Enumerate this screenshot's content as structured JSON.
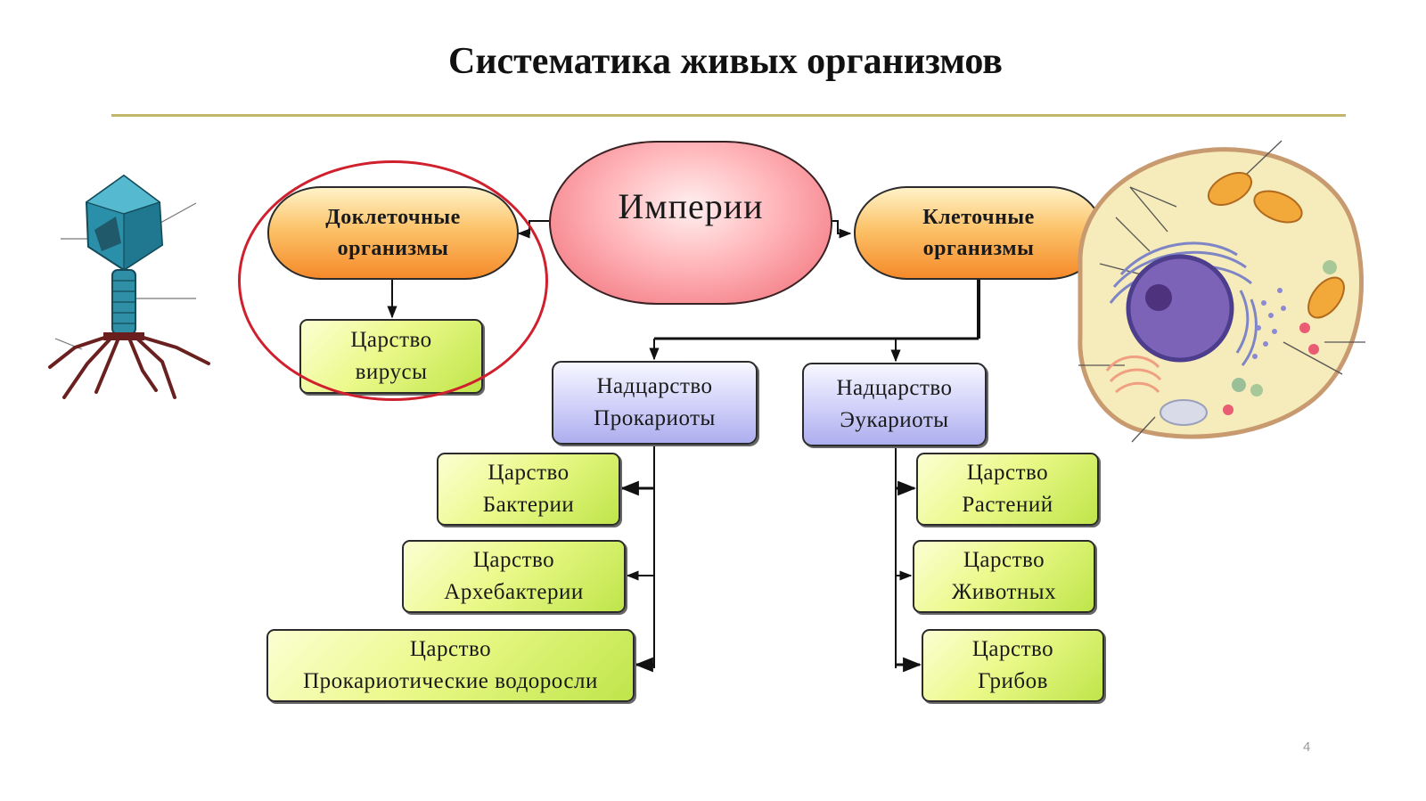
{
  "slide": {
    "title": "Систематика живых организмов",
    "page_number": "4"
  },
  "diagram": {
    "root": {
      "label": "Империи"
    },
    "precellular": {
      "line1": "Доклеточные",
      "line2": "организмы"
    },
    "cellular": {
      "line1": "Клеточные",
      "line2": "организмы"
    },
    "viruses": {
      "line1": "Царство",
      "line2": "вирусы"
    },
    "prokaryotes": {
      "line1": "Надцарство",
      "line2": "Прокариоты"
    },
    "eukaryotes": {
      "line1": "Надцарство",
      "line2": "Эукариоты"
    },
    "bacteria": {
      "line1": "Царство",
      "line2": "Бактерии"
    },
    "archaebacteria": {
      "line1": "Царство",
      "line2": "Архебактерии"
    },
    "prokaryotic_algae": {
      "line1": "Царство",
      "line2": "Прокариотические водоросли"
    },
    "plants": {
      "line1": "Царство",
      "line2": "Растений"
    },
    "animals": {
      "line1": "Царство",
      "line2": "Животных"
    },
    "fungi": {
      "line1": "Царство",
      "line2": "Грибов"
    }
  },
  "illustrations": {
    "left": "bacteriophage-virus",
    "right": "eukaryotic-cell"
  },
  "colors": {
    "highlight_ring": "#d0202e",
    "divider_line": "#c0b868",
    "root_fill": "#f4858d",
    "group_fill": "#f8a84a",
    "kingdom_fill": "#e7f77f",
    "superkingdom_fill": "#c8c8f6"
  }
}
